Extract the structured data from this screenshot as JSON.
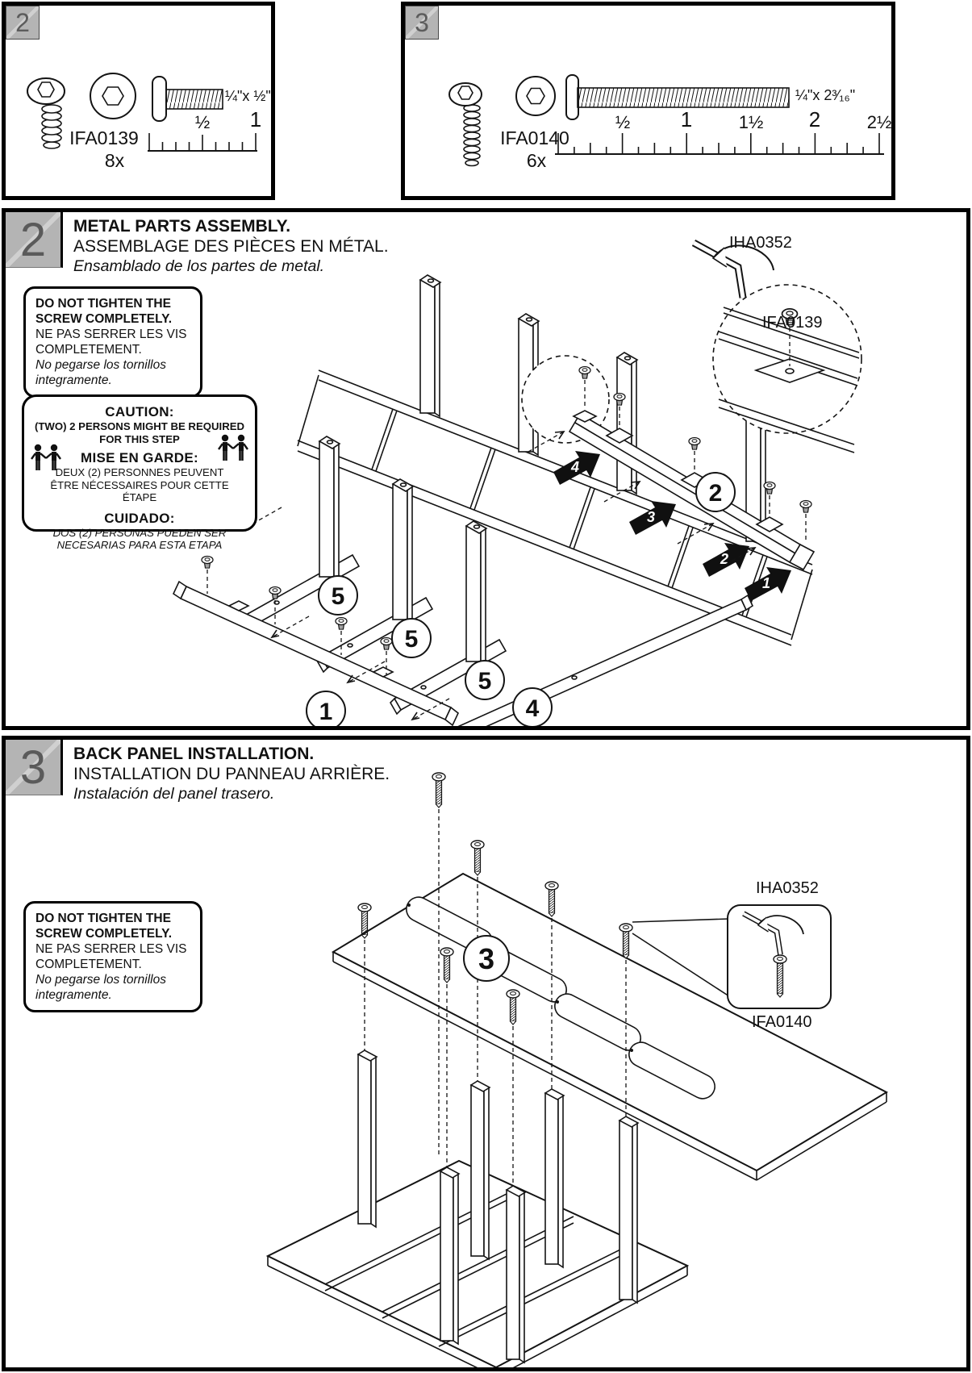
{
  "colors": {
    "ink": "#141414",
    "step_square_bg": "#b4b4b4",
    "step_square_num": "#5c5c5c",
    "arrow_fill": "#101010"
  },
  "hardware_boxes": [
    {
      "tag": "2",
      "part_id": "IFA0139",
      "quantity": "8x",
      "size_label": "¼\"x ½\"",
      "ruler_labels": [
        "½",
        "1"
      ]
    },
    {
      "tag": "3",
      "part_id": "IFA0140",
      "quantity": "6x",
      "size_label": "¼\"x 2³⁄₁₆\"",
      "ruler_labels": [
        "½",
        "1",
        "1½",
        "2",
        "2½"
      ]
    }
  ],
  "warning": {
    "en": "DO NOT TIGHTEN THE SCREW COMPLETELY.",
    "fr": "NE PAS SERRER LES VIS COMPLETEMENT.",
    "es": "No pegarse los tornillos integramente."
  },
  "caution": {
    "title_en": "CAUTION:",
    "body_en": "(TWO) 2 PERSONS MIGHT BE REQUIRED FOR THIS STEP",
    "title_fr": "MISE EN GARDE:",
    "body_fr": "DEUX (2) PERSONNES PEUVENT ÊTRE NÉCESSAIRES POUR CETTE ÉTAPE",
    "title_es": "CUIDADO:",
    "body_es": "DOS (2) PERSONAS PUEDEN SER NECESARIAS PARA ESTA ETAPA"
  },
  "steps": [
    {
      "number": "2",
      "title_en": "METAL PARTS ASSEMBLY.",
      "title_fr": "ASSEMBLAGE DES PIÈCES EN MÉTAL.",
      "title_es": "Ensamblado de los partes de metal.",
      "tool_label": "IHA0352",
      "screw_label": "IFA0139",
      "callouts": [
        "5",
        "5",
        "5",
        "1",
        "4",
        "2"
      ],
      "arrows": [
        "4",
        "3",
        "2",
        "1"
      ]
    },
    {
      "number": "3",
      "title_en": "BACK PANEL INSTALLATION.",
      "title_fr": "INSTALLATION DU PANNEAU ARRIÈRE.",
      "title_es": "Instalación del panel trasero.",
      "tool_label": "IHA0352",
      "screw_label": "IFA0140",
      "callouts": [
        "3"
      ]
    }
  ]
}
